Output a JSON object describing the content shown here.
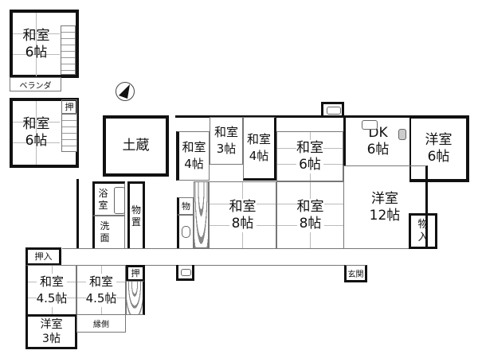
{
  "floor_plan": {
    "upper_floor": {
      "room_a": "和室\n6帖",
      "veranda": "ベランダ",
      "room_b": "和室\n6帖",
      "room_b_closet": "押"
    },
    "storehouse": "土蔵",
    "main_floor": {
      "washitsu_4a": "和室\n4帖",
      "washitsu_3": "和室\n3帖",
      "washitsu_4b": "和室\n4帖",
      "washitsu_6": "和室\n6帖",
      "dk": "DK\n6帖",
      "yoshitsu_6": "洋室\n6帖",
      "yoshitsu_12": "洋室\n12帖",
      "storage_right": "物\n入",
      "washitsu_8a": "和室\n8帖",
      "washitsu_8b": "和室\n8帖",
      "storage_small": "物",
      "bath": "浴\n室",
      "washroom": "洗\n面",
      "storeroom": "物\n置",
      "closet_left": "押入",
      "washitsu_45a": "和室\n4.5帖",
      "washitsu_45b": "和室\n4.5帖",
      "closet_small": "押",
      "yoshitsu_3": "洋室\n3帖",
      "engawa": "縁側",
      "entrance": "玄関"
    },
    "compass_icon": "north-arrow"
  }
}
